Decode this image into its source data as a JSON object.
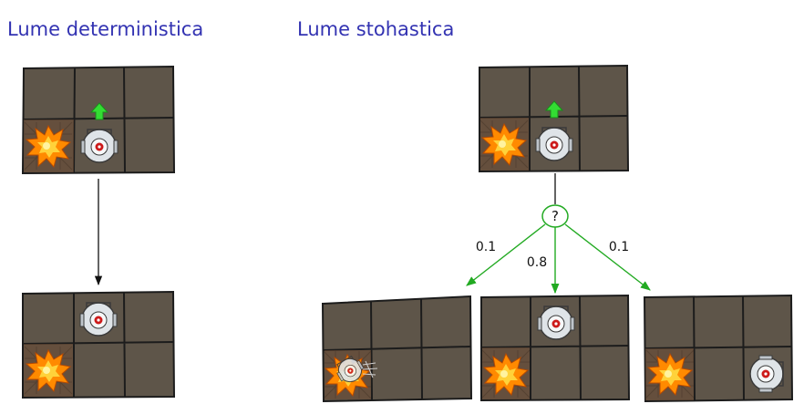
{
  "titles": {
    "deterministic": "Lume deterministica",
    "stochastic": "Lume stohastica"
  },
  "chance_node": {
    "label": "?"
  },
  "transitions": [
    {
      "label": "0.1",
      "direction": "left"
    },
    {
      "label": "0.8",
      "direction": "up"
    },
    {
      "label": "0.1",
      "direction": "right"
    }
  ],
  "grid": {
    "rows": 2,
    "cols": 3
  },
  "colors": {
    "title": "#3333b2",
    "arrow_stochastic": "#22aa22",
    "action_arrow": "#33dd33",
    "cell_fill": "#5e5549",
    "cell_border": "#1c1c1c",
    "fire": "#ff8a00"
  },
  "icons": {
    "agent": "robot-icon",
    "hazard": "fire-icon",
    "action": "up-arrow-icon"
  }
}
